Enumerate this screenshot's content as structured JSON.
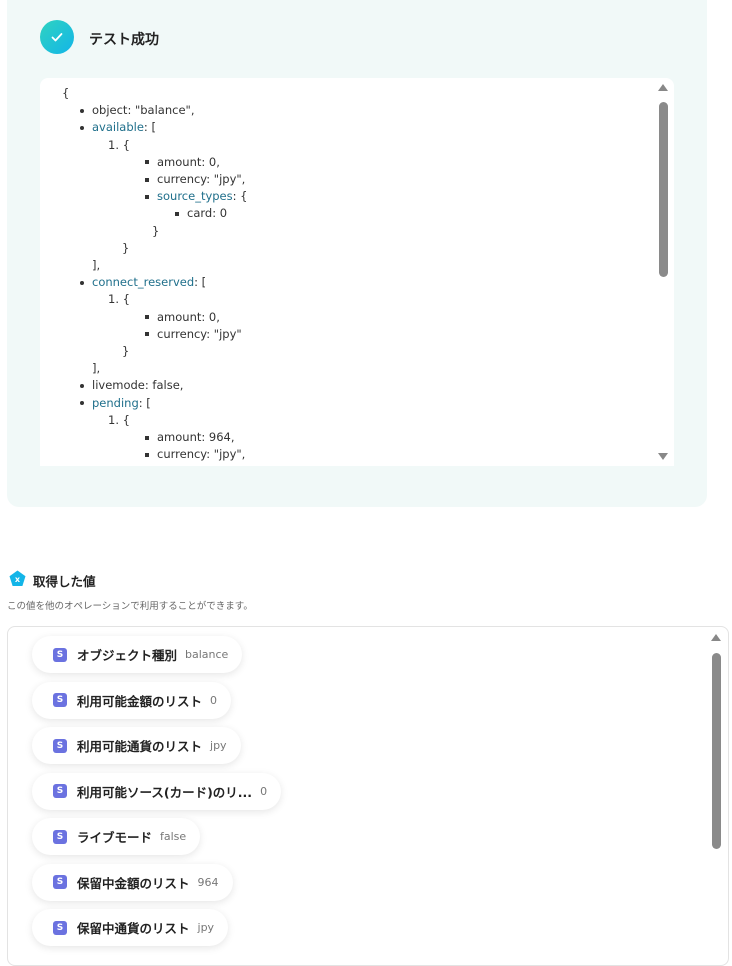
{
  "test_result": {
    "title": "テスト成功"
  },
  "code_lines": [
    {
      "type": "plain",
      "level": 0,
      "text": "{"
    },
    {
      "type": "bullet",
      "level": 1,
      "text": "object: \"balance\","
    },
    {
      "type": "bullet",
      "level": 1,
      "key": "available",
      "rest": ": ["
    },
    {
      "type": "num",
      "level": 2,
      "text": "1. {"
    },
    {
      "type": "square",
      "level": 3,
      "text": "amount: 0,"
    },
    {
      "type": "square",
      "level": 3,
      "text": "currency: \"jpy\","
    },
    {
      "type": "square",
      "level": 3,
      "key": "source_types",
      "rest": ": {"
    },
    {
      "type": "square",
      "level": 4,
      "text": "card: 0"
    },
    {
      "type": "plain",
      "level": 3.5,
      "text": "}"
    },
    {
      "type": "plain",
      "level": 2.5,
      "text": "}"
    },
    {
      "type": "plain",
      "level": 1.5,
      "text": "],"
    },
    {
      "type": "bullet",
      "level": 1,
      "key": "connect_reserved",
      "rest": ": ["
    },
    {
      "type": "num",
      "level": 2,
      "text": "1. {"
    },
    {
      "type": "square",
      "level": 3,
      "text": "amount: 0,"
    },
    {
      "type": "square",
      "level": 3,
      "text": "currency: \"jpy\""
    },
    {
      "type": "plain",
      "level": 2.5,
      "text": "}"
    },
    {
      "type": "plain",
      "level": 1.5,
      "text": "],"
    },
    {
      "type": "bullet",
      "level": 1,
      "text": "livemode: false,"
    },
    {
      "type": "bullet",
      "level": 1,
      "key": "pending",
      "rest": ": ["
    },
    {
      "type": "num",
      "level": 2,
      "text": "1. {"
    },
    {
      "type": "square",
      "level": 3,
      "text": "amount: 964,"
    },
    {
      "type": "square",
      "level": 3,
      "text": "currency: \"jpy\","
    }
  ],
  "values_section": {
    "title": "取得した値",
    "subtitle": "この値を他のオペレーションで利用することができます。",
    "icon_letter": "x",
    "items": [
      {
        "label": "オブジェクト種別",
        "value": "balance"
      },
      {
        "label": "利用可能金額のリスト",
        "value": "0"
      },
      {
        "label": "利用可能通貨のリスト",
        "value": "jpy"
      },
      {
        "label": "利用可能ソース(カード)のリ...",
        "value": "0"
      },
      {
        "label": "ライブモード",
        "value": "false"
      },
      {
        "label": "保留中金額のリスト",
        "value": "964"
      },
      {
        "label": "保留中通貨のリスト",
        "value": "jpy"
      }
    ],
    "item_icon_letter": "S"
  },
  "colors": {
    "accent": "#13b5e8",
    "key": "#1f6f8b",
    "stripe": "#6b72e0",
    "panel": "#f1f9f8"
  }
}
